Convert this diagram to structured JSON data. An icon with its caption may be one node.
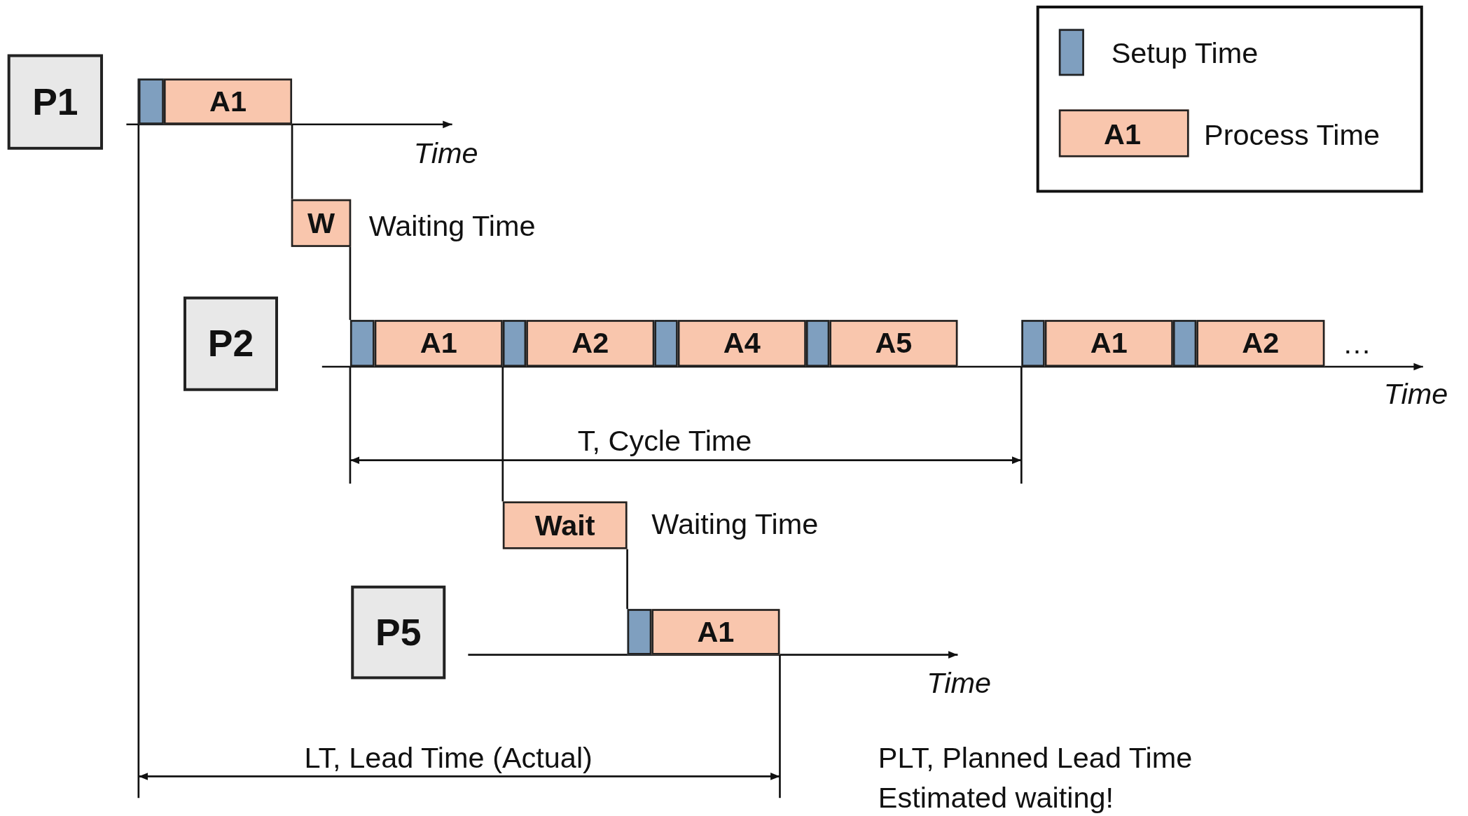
{
  "diagram": {
    "nodes": [
      {
        "text": [
          "P1"
        ]
      },
      {
        "text": [],
        "shape": "bar"
      },
      {
        "text": [
          "A1"
        ]
      },
      {
        "text": [
          "W"
        ],
        "beside": [
          "Waiting Time"
        ]
      },
      {
        "text": [
          "P2"
        ]
      },
      {
        "text": [],
        "shape": "bar"
      },
      {
        "text": [
          "A1"
        ]
      },
      {
        "text": [],
        "shape": "bar"
      },
      {
        "text": [
          "A2"
        ]
      },
      {
        "text": [],
        "shape": "bar"
      },
      {
        "text": [
          "A4"
        ]
      },
      {
        "text": [],
        "shape": "bar"
      },
      {
        "text": [
          "A5"
        ]
      },
      {
        "text": [],
        "shape": "bar"
      },
      {
        "text": [
          "A1"
        ]
      },
      {
        "text": [],
        "shape": "bar"
      },
      {
        "text": [
          "A2"
        ]
      },
      {
        "text": [
          "Wait"
        ],
        "beside": [
          "Waiting Time"
        ]
      },
      {
        "text": [
          "P5"
        ]
      },
      {
        "text": [],
        "shape": "bar"
      },
      {
        "text": [
          "A1"
        ]
      }
    ],
    "edges": [
      {
        "from": 2,
        "to": 3,
        "arrow": "none"
      },
      {
        "from": 3,
        "to": 5,
        "arrow": "none"
      },
      {
        "from": 7,
        "to": 17,
        "arrow": "none"
      },
      {
        "from": 17,
        "to": 19,
        "arrow": "none"
      }
    ],
    "labels": [
      "A1",
      "Time",
      "…",
      "Time",
      "T, Cycle Time",
      "Time",
      "LT, Lead Time (Actual)",
      "PLT, Planned Lead Time",
      "Estimated waiting!"
    ],
    "legend": [
      {
        "text": "Setup Time",
        "color": "#7f9fbf"
      },
      {
        "text": "Process Time",
        "color": "#f9c6ad"
      }
    ]
  }
}
